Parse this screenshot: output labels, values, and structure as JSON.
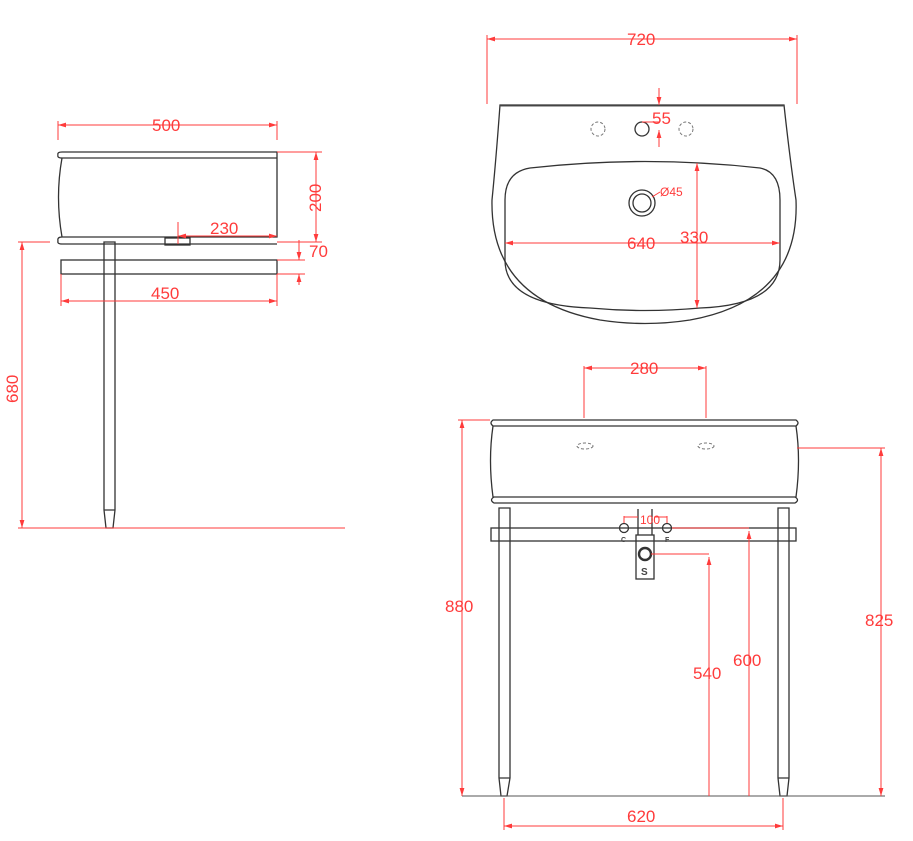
{
  "side_view": {
    "width_top": "500",
    "bowl_height": "200",
    "waste_offset": "230",
    "shelf_thickness": "70",
    "shelf_width": "450",
    "shelf_height": "680"
  },
  "top_view": {
    "overall_width": "720",
    "tap_hole_offset": "55",
    "waste_diameter": "Ø45",
    "bowl_width": "640",
    "bowl_depth": "330"
  },
  "front_view": {
    "tap_spacing": "280",
    "overall_height": "880",
    "rim_height": "825",
    "valve_spacing": "100",
    "valve_cold": "C",
    "valve_hot": "F",
    "siphon": "S",
    "siphon_height": "540",
    "valve_height": "600",
    "leg_spacing": "620"
  },
  "colors": {
    "dimension": "#ff3b3b",
    "outline": "#333333"
  }
}
